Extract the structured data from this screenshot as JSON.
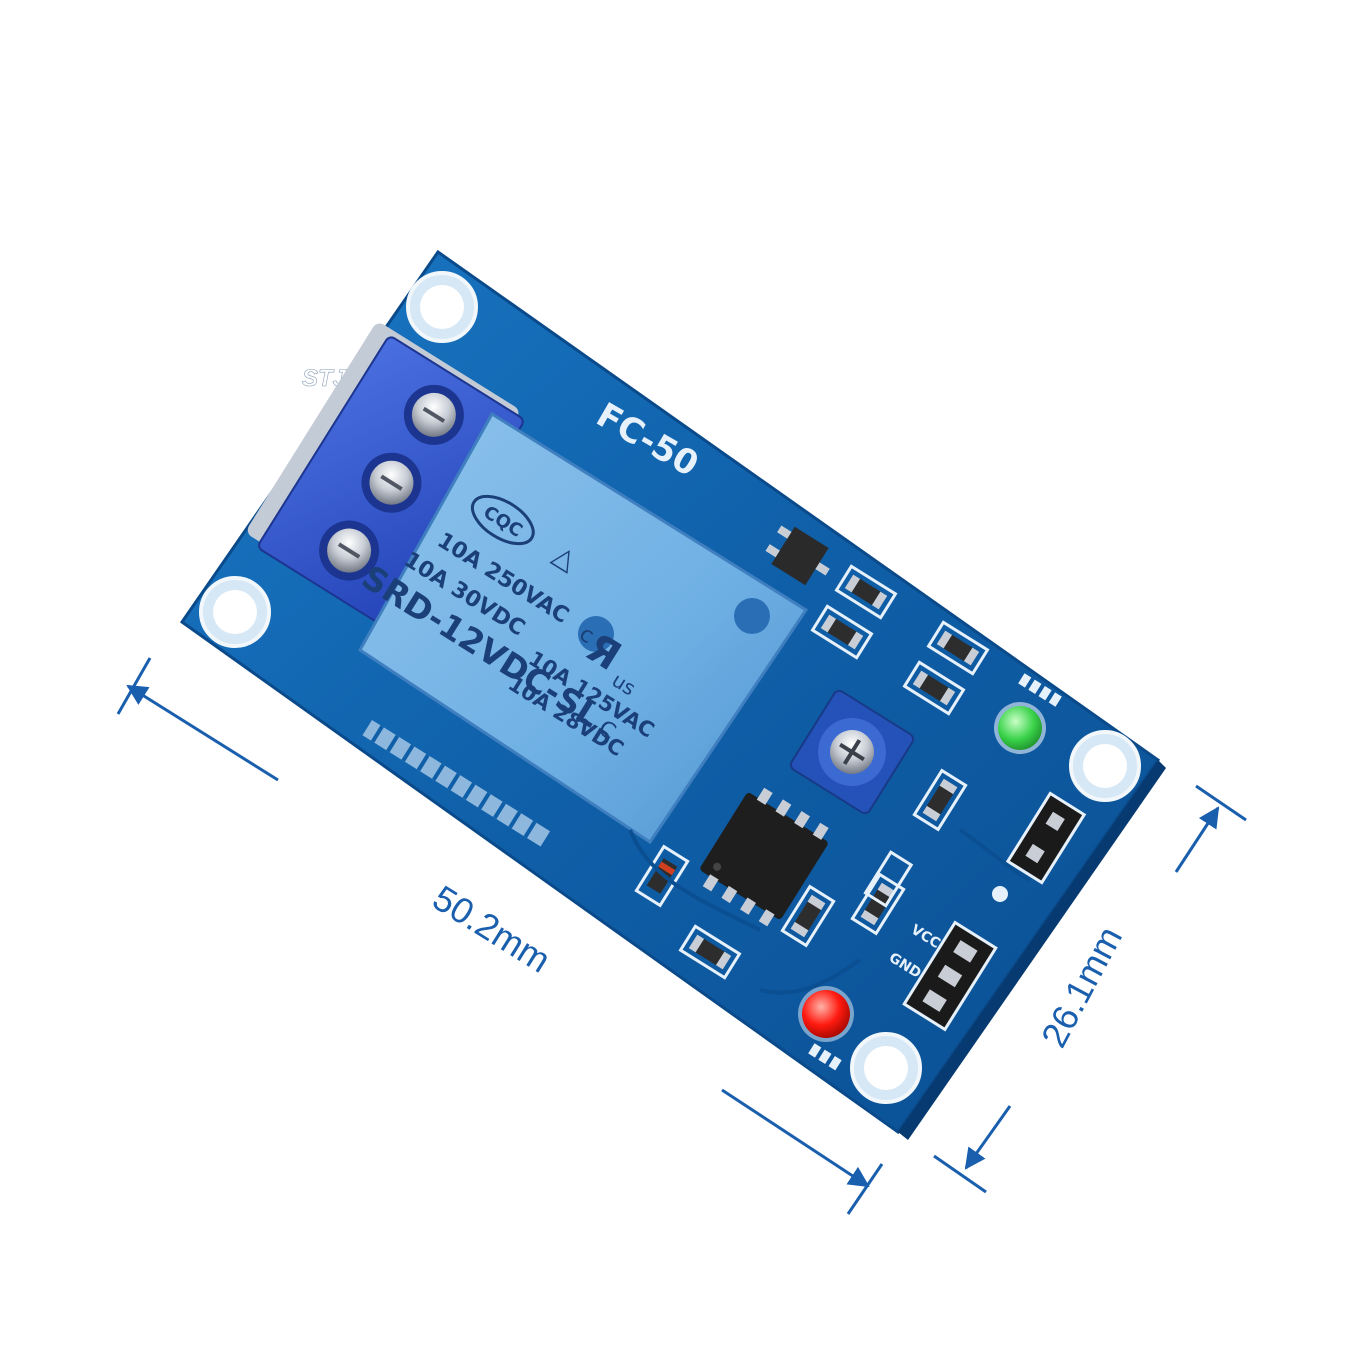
{
  "watermark": "STJF",
  "board": {
    "model_silkscreen": "FC-50",
    "board_color": "#0f5fa8",
    "led_left_color": "#2ecf3a",
    "led_right_color": "#ff1a10",
    "pin_labels": [
      "VCC",
      "GND"
    ]
  },
  "relay": {
    "brand_mark": "CQC",
    "line1": "10A 250VAC",
    "line2": "10A  30VDC",
    "model": "SRD-12VDC-SL",
    "suffix": "C",
    "cert_line1": "10A 125VAC",
    "cert_line2": "10A 28VDC",
    "cert_mark_c": "c",
    "cert_mark_us": "us"
  },
  "dimensions": {
    "length_label": "50.2mm",
    "width_label": "26.1mm",
    "arrow_color": "#1a5fae"
  }
}
